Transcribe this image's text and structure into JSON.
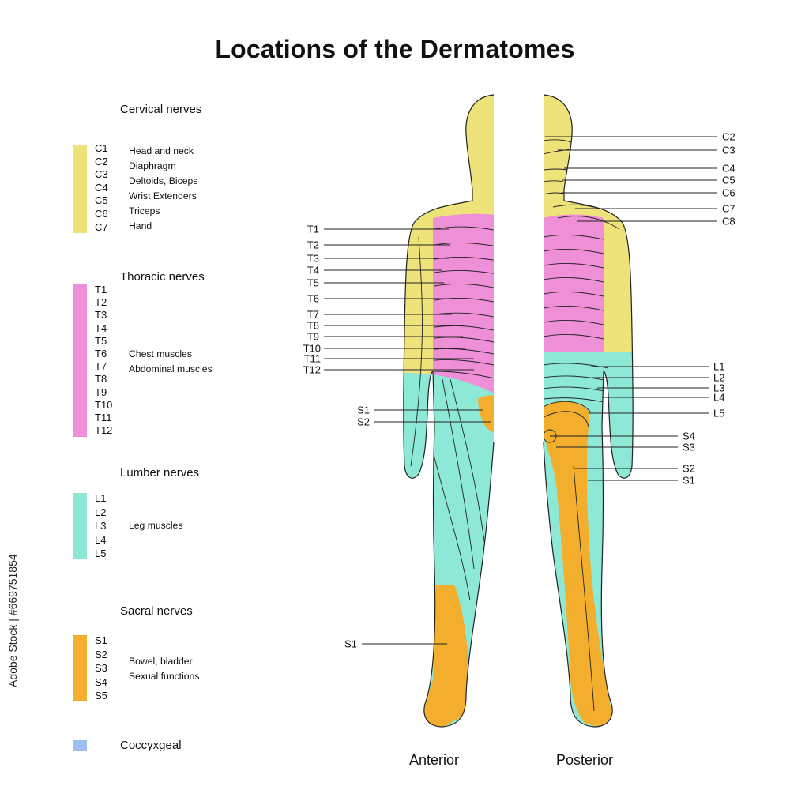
{
  "title": "Locations of the Dermatomes",
  "colors": {
    "cervical": "#eee27a",
    "thoracic": "#ee8fd8",
    "lumbar": "#8ee8d6",
    "sacral": "#f2ae2c",
    "coccygeal": "#9fbff2",
    "outline": "#222222"
  },
  "legend": {
    "cervical": {
      "title": "Cervical nerves",
      "codes": [
        "C1",
        "C2",
        "C3",
        "C4",
        "C5",
        "C6",
        "C7"
      ],
      "descriptions": [
        "Head and neck",
        "Diaphragm",
        "Deltoids, Biceps",
        "Wrist Extenders",
        "Triceps",
        "Hand"
      ]
    },
    "thoracic": {
      "title": "Thoracic nerves",
      "codes": [
        "T1",
        "T2",
        "T3",
        "T4",
        "T5",
        "T6",
        "T7",
        "T8",
        "T9",
        "T10",
        "T11",
        "T12"
      ],
      "descriptions": [
        "Chest muscles",
        "Abdominal muscles"
      ]
    },
    "lumbar": {
      "title": "Lumber nerves",
      "codes": [
        "L1",
        "L2",
        "L3",
        "L4",
        "L5"
      ],
      "descriptions": [
        "Leg muscles"
      ]
    },
    "sacral": {
      "title": "Sacral nerves",
      "codes": [
        "S1",
        "S2",
        "S3",
        "S4",
        "S5"
      ],
      "descriptions": [
        "Bowel, bladder",
        "Sexual functions"
      ]
    },
    "coccygeal": {
      "title": "Coccyxgeal"
    }
  },
  "anterior": {
    "label": "Anterior",
    "callouts": [
      "T1",
      "T2",
      "T3",
      "T4",
      "T5",
      "T6",
      "T7",
      "T8",
      "T9",
      "T10",
      "T11",
      "T12",
      "S1",
      "S2",
      "S1"
    ]
  },
  "posterior": {
    "label": "Posterior",
    "callouts": [
      "C2",
      "C3",
      "C4",
      "C5",
      "C6",
      "C7",
      "C8",
      "L1",
      "L2",
      "L3",
      "L4",
      "L5",
      "S4",
      "S3",
      "S2",
      "S1"
    ]
  },
  "watermark": "Adobe Stock | #669751854"
}
